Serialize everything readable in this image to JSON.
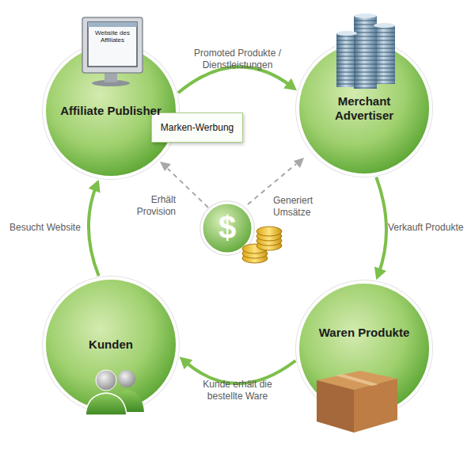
{
  "diagram": {
    "nodes": [
      {
        "text": [
          "Affiliate Publisher"
        ]
      },
      {
        "text": [
          "Marken-Werbung"
        ]
      },
      {
        "text": [
          "Merchant Advertiser"
        ]
      },
      {
        "text": [
          "Waren Produkte"
        ]
      },
      {
        "text": [
          "Kunden"
        ]
      }
    ],
    "edges": [
      {
        "from": 0,
        "to": 2,
        "label": "Promoted Produkte / Dienstleistungen",
        "arrow": "to"
      },
      {
        "from": 2,
        "to": 3,
        "label": "Verkauft Produkte",
        "arrow": "to"
      },
      {
        "from": 3,
        "to": 4,
        "label": "Kunde erhält die bestellte Ware",
        "arrow": "to"
      },
      {
        "from": 4,
        "to": 0,
        "label": "Besucht Website",
        "arrow": "to"
      }
    ],
    "labels": [
      "Website des Affiliates",
      "Erhält Provision",
      "Generiert Umsätze",
      "$"
    ]
  }
}
